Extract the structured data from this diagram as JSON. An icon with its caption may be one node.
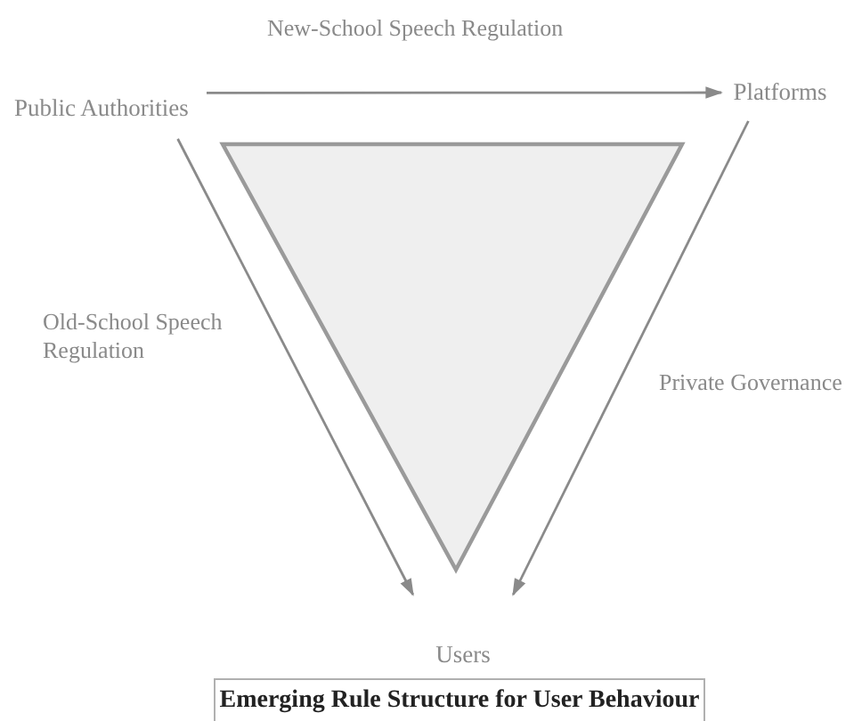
{
  "diagram": {
    "nodes": [
      {
        "text": [
          "Public Authorities"
        ]
      },
      {
        "text": [
          "Platforms"
        ]
      },
      {
        "text": [
          "Users"
        ]
      },
      {
        "text": [
          "Emerging Rule Structure for User Behaviour"
        ]
      }
    ],
    "edges": [
      {
        "from": 0,
        "to": 1,
        "arrow": "to",
        "label": "New-School Speech Regulation"
      },
      {
        "from": 0,
        "to": 2,
        "arrow": "to",
        "label": "Old-School Speech Regulation"
      },
      {
        "from": 1,
        "to": 2,
        "arrow": "to",
        "label": "Private Governance"
      }
    ]
  }
}
